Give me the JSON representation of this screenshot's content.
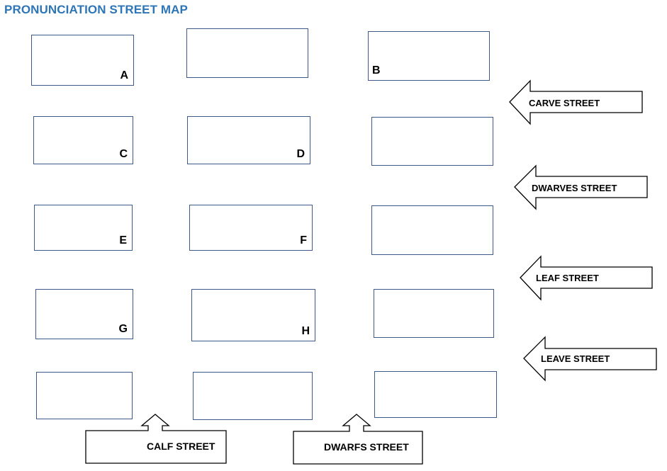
{
  "title": "PRONUNCIATION STREET MAP",
  "blocks": {
    "r1c1": "A",
    "r1c2": "",
    "r1c3": "B",
    "r2c1": "C",
    "r2c2": "D",
    "r2c3": "",
    "r3c1": "E",
    "r3c2": "F",
    "r3c3": "",
    "r4c1": "G",
    "r4c2": "H",
    "r4c3": "",
    "r5c1": "",
    "r5c2": "",
    "r5c3": ""
  },
  "streets": {
    "carve": "CARVE STREET",
    "dwarves": "DWARVES STREET",
    "leaf": "LEAF  STREET",
    "leave": "LEAVE STREET",
    "calf": "CALF  STREET",
    "dwarfs": "DWARFS STREET"
  },
  "colors": {
    "title": "#2e75b6",
    "block_border": "#3e5a8a",
    "arrow_border": "#000000"
  }
}
